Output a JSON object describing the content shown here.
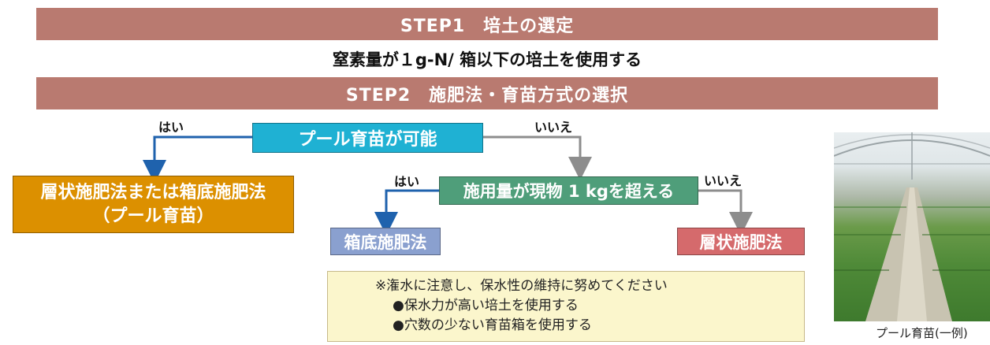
{
  "step1": {
    "title": "STEP1　培土の選定",
    "description": "窒素量が１g-N/ 箱以下の培土を使用する"
  },
  "step2": {
    "title": "STEP2　施肥法・育苗方式の選択"
  },
  "flow": {
    "q1": "プール育苗が可能",
    "q1_yes": "はい",
    "q1_no": "いいえ",
    "result_pool_line1": "層状施肥法または箱底施肥法",
    "result_pool_line2": "（プール育苗）",
    "q2": "施用量が現物 1 kgを超える",
    "q2_yes": "はい",
    "q2_no": "いいえ",
    "result_box_bottom": "箱底施肥法",
    "result_layered": "層状施肥法"
  },
  "note": {
    "line1": "※潅水に注意し、保水性の維持に努めてください",
    "line2": "●保水力が高い培土を使用する",
    "line3": "●穴数の少ない育苗箱を使用する"
  },
  "photo": {
    "caption": "プール育苗(一例)"
  },
  "colors": {
    "band": "#b97a70",
    "q1_box": "#1fb1d3",
    "q2_box": "#4f9e7a",
    "pool_result": "#dc9000",
    "box_bottom": "#8aa0cf",
    "layered": "#d56a6c",
    "blue_arrow": "#1f62ad",
    "gray_arrow": "#8d8d8d"
  }
}
